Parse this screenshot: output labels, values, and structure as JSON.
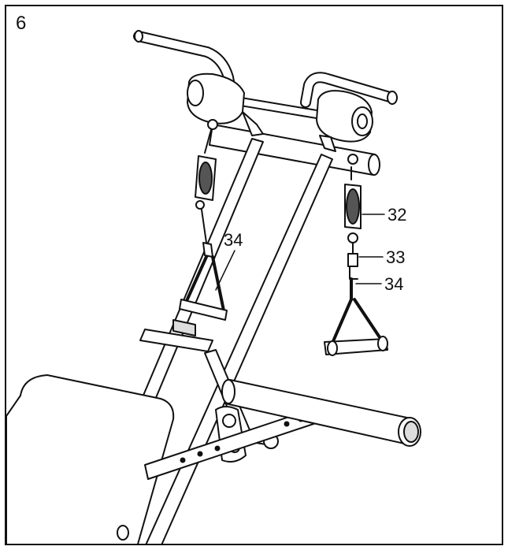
{
  "step": {
    "number": "6"
  },
  "callouts": [
    {
      "part": "32",
      "label": "32"
    },
    {
      "part": "33",
      "label": "33"
    },
    {
      "part": "34",
      "label": "34"
    },
    {
      "part": "34",
      "label": "34"
    }
  ],
  "colors": {
    "line": "#111111",
    "fill": "#ffffff",
    "shade": "#dddddd",
    "dark": "#555555"
  }
}
